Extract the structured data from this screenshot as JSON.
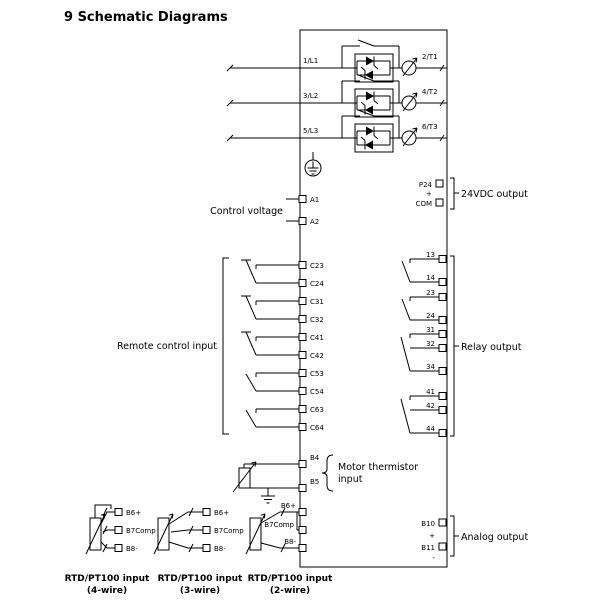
{
  "title": "9 Schematic Diagrams",
  "phases": {
    "inputs": [
      "1/L1",
      "3/L2",
      "5/L3"
    ],
    "outputs": [
      "2/T1",
      "4/T2",
      "6/T3"
    ]
  },
  "control_voltage": {
    "label": "Control voltage",
    "terminals": [
      "A1",
      "A2"
    ]
  },
  "dc_output": {
    "label": "24VDC output",
    "terminals": [
      "P24",
      "COM"
    ],
    "plus": "+"
  },
  "remote_control": {
    "label": "Remote control input",
    "terminals": [
      "C23",
      "C24",
      "C31",
      "C32",
      "C41",
      "C42",
      "C53",
      "C54",
      "C63",
      "C64"
    ]
  },
  "relay_output": {
    "label": "Relay output",
    "terminals": [
      "13",
      "14",
      "23",
      "24",
      "31",
      "32",
      "34",
      "41",
      "42",
      "44"
    ]
  },
  "motor_thermistor": {
    "label_line1": "Motor thermistor",
    "label_line2": "input",
    "terminals": [
      "B4",
      "B5"
    ]
  },
  "rtd_inputs": {
    "terminals": [
      "B6+",
      "B7Comp",
      "B8-"
    ],
    "groups": [
      {
        "caption_line1": "RTD/PT100 input",
        "caption_line2": "(4-wire)"
      },
      {
        "caption_line1": "RTD/PT100 input",
        "caption_line2": "(3-wire)"
      },
      {
        "caption_line1": "RTD/PT100 input",
        "caption_line2": "(2-wire)"
      }
    ]
  },
  "analog_output": {
    "label": "Analog output",
    "terminals": [
      "B10",
      "B11"
    ],
    "plus": "+",
    "minus": "-"
  }
}
